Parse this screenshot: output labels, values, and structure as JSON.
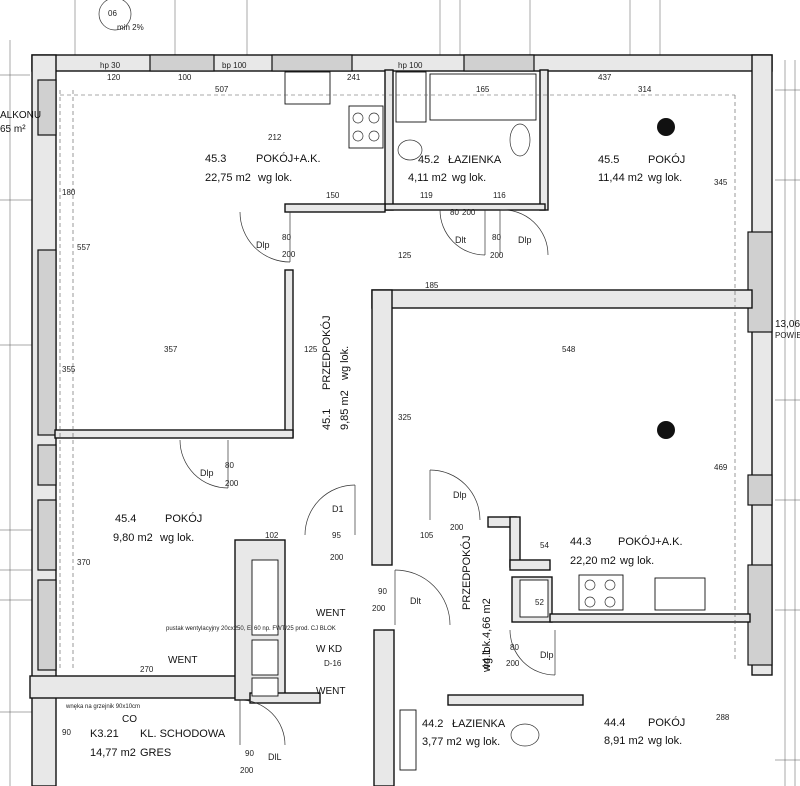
{
  "rooms": [
    {
      "id": "45.3",
      "name": "POKÓJ+A.K.",
      "area": "22,75 m2",
      "note": "wg lok."
    },
    {
      "id": "45.2",
      "name": "ŁAZIENKA",
      "area": "4,11 m2",
      "note": "wg lok."
    },
    {
      "id": "45.5",
      "name": "POKÓJ",
      "area": "11,44 m2",
      "note": "wg lok."
    },
    {
      "id": "45.1",
      "name": "PRZEDPOKÓJ",
      "area": "9,85 m2",
      "note": "wg lok."
    },
    {
      "id": "45.4",
      "name": "POKÓJ",
      "area": "9,80 m2",
      "note": "wg lok."
    },
    {
      "id": "44.3",
      "name": "POKÓJ+A.K.",
      "area": "22,20 m2",
      "note": "wg lok."
    },
    {
      "id": "44.1",
      "name": "PRZEDPOKÓJ",
      "area": "4,66 m2",
      "note": "wg lok."
    },
    {
      "id": "44.2",
      "name": "ŁAZIENKA",
      "area": "3,77 m2",
      "note": "wg lok."
    },
    {
      "id": "44.4",
      "name": "POKÓJ",
      "area": "8,91 m2",
      "note": "wg lok."
    },
    {
      "id": "K3.21",
      "name": "KL. SCHODOWA",
      "area": "14,77 m2",
      "note": "GRES"
    }
  ],
  "labels": {
    "balkonu": "ALKONU",
    "balkon_area": "65 m²",
    "level": "13,06",
    "powier": "POWIE",
    "went1": "WENT",
    "went2": "WENT",
    "went3": "WENT",
    "wkd": "W KD",
    "d16": "D-16",
    "co": "CO",
    "vent_note": "pustak wentylacyjny 20cx250, El 60 np. FWT/25 prod. CJ BLOK",
    "grzejnik_note": "wnęka na grzejnik 90x10cm",
    "min_slope": "min 2%",
    "circle_06": "06"
  },
  "doors": [
    "Dlp",
    "Dlt",
    "Dlp",
    "Dlp",
    "D1",
    "Dlt",
    "Dlp",
    "Dlp",
    "DlL"
  ],
  "dimensions": {
    "d_507": "507",
    "d_241": "241",
    "d_165": "165",
    "d_437": "437",
    "d_314": "314",
    "d_120": "120",
    "d_100": "100",
    "d_212": "212",
    "d_150": "150",
    "d_119": "119",
    "d_116": "116",
    "d_345": "345",
    "d_180": "180",
    "d_557": "557",
    "d_357": "357",
    "d_355": "355",
    "d_125a": "125",
    "d_125b": "125",
    "d_185": "185",
    "d_548": "548",
    "d_325": "325",
    "d_469": "469",
    "d_370": "370",
    "d_270": "270",
    "d_288": "288",
    "d_95": "95",
    "d_105": "105",
    "d_102": "102",
    "d_54": "54",
    "d_52": "52",
    "d_80a": "80",
    "d_200a": "200",
    "d_80b": "80",
    "d_200b": "200",
    "d_80c": "80",
    "d_200c": "200",
    "d_80d": "80",
    "d_200d": "200",
    "d_90a": "90",
    "d_200e": "200",
    "d_90b": "90",
    "d_200f": "200",
    "d_80e": "80",
    "d_200g": "200",
    "d_90c": "90",
    "d_200h": "200",
    "d_200i": "200",
    "hp100": "hp 100",
    "hp30": "hp 30",
    "wm": "bp 100"
  }
}
